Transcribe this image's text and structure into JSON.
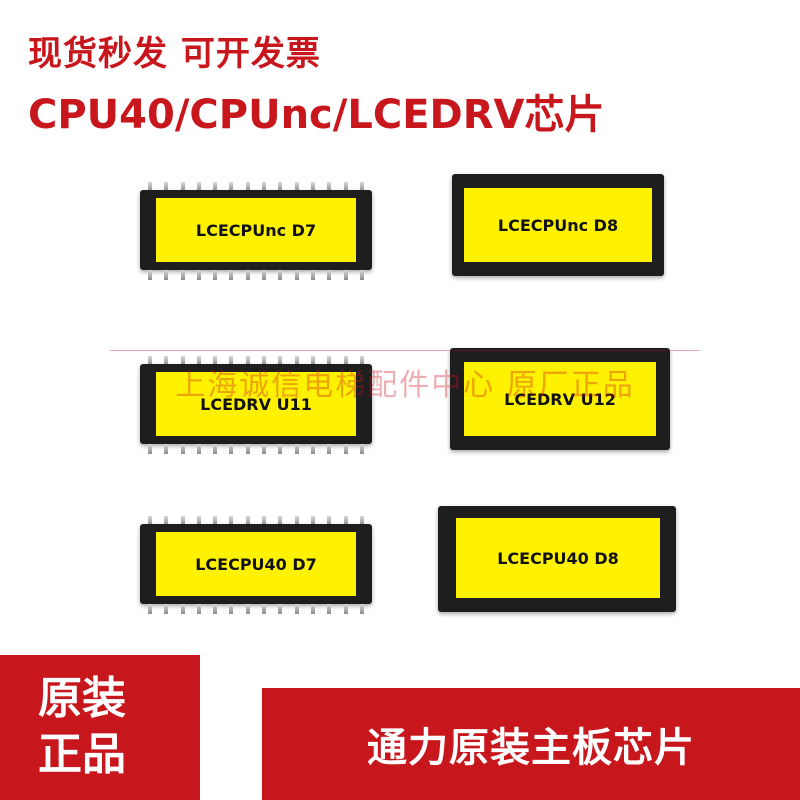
{
  "header": {
    "line1": "现货秒发 可开发票",
    "line2": "CPU40/CPUnc/LCEDRV芯片"
  },
  "chips": [
    {
      "label": "LCECPUnc D7"
    },
    {
      "label": "LCECPUnc D8"
    },
    {
      "label": "LCEDRV U11"
    },
    {
      "label": "LCEDRV U12"
    },
    {
      "label": "LCECPU40 D7"
    },
    {
      "label": "LCECPU40 D8"
    }
  ],
  "watermark": "上海诚信电梯配件中心 原厂正品",
  "footer": {
    "left_line1": "原装",
    "left_line2": "正品",
    "right": "通力原装主板芯片"
  },
  "colors": {
    "brand_red": "#c8161d",
    "label_yellow": "#fff200",
    "chip_black": "#1e1e1e"
  }
}
